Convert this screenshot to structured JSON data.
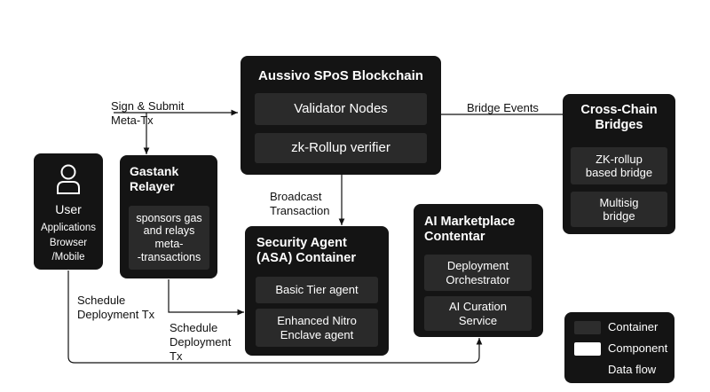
{
  "blockchain": {
    "title": "Aussivo SPoS Blockchain",
    "components": [
      "Validator Nodes",
      "zk-Rollup verifier"
    ]
  },
  "cross_chain": {
    "title": "Cross-Chain\nBridges",
    "components": [
      "ZK-rollup\nbased bridge",
      "Multisig\nbridge"
    ]
  },
  "user": {
    "icon": "user-icon",
    "title": "User",
    "subtitle": "Applications\nBrowser\n/Mobile"
  },
  "gastank": {
    "title": "Gastank\nRelayer",
    "component": "sponsors gas\nand relays\nmeta-\n-transactions"
  },
  "security_agent": {
    "title": "Security Agent\n(ASA) Container",
    "components": [
      "Basic Tier agent",
      "Enhanced Nitro\nEnclave agent"
    ]
  },
  "ai_marketplace": {
    "title": "AI Marketplace\nContentar",
    "components": [
      "Deployment\nOrchestrator",
      "AI Curation\nService"
    ]
  },
  "edge_labels": {
    "sign_submit": "Sign & Submit\nMeta-Tx",
    "bridge_events": "Bridge Events",
    "broadcast": "Broadcast\nTransaction",
    "schedule_left": "Schedule\nDeployment Tx",
    "schedule_mid": "Schedule\nDeployment\nTx"
  },
  "legend": {
    "container": "Container",
    "component": "Component",
    "data_flow": "Data flow"
  }
}
